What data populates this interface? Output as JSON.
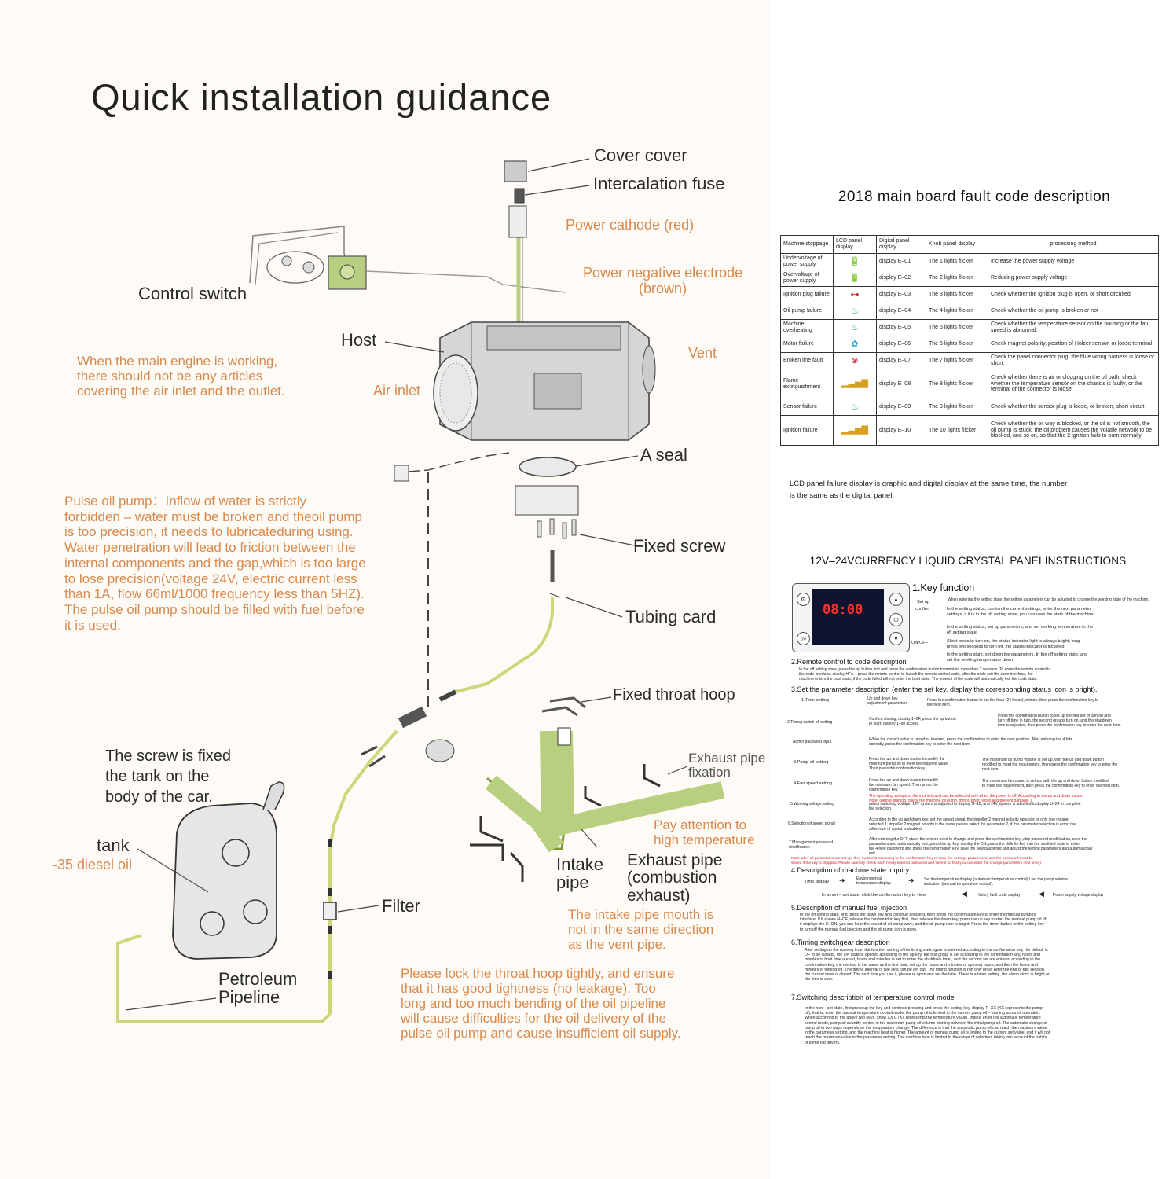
{
  "title": "Quick installation guidance",
  "labels": {
    "cover": "Cover cover",
    "fuse": "Intercalation fuse",
    "power_red": "Power cathode (red)",
    "power_brown": "Power negative electrode\n(brown)",
    "control_switch": "Control switch",
    "host": "Host",
    "vent": "Vent",
    "air_inlet": "Air inlet",
    "seal": "A seal",
    "fixed_screw": "Fixed screw",
    "tubing_card": "Tubing card",
    "throat_hoop": "Fixed throat hoop",
    "exhaust_fix": "Exhaust pipe\nfixation",
    "screw_tank": "The screw is fixed\nthe tank on the\nbody of the car.",
    "tank": "tank",
    "diesel": "-35 diesel oil",
    "filter": "Filter",
    "intake_pipe": "Intake\npipe",
    "exhaust_pipe": "Exhaust pipe\n(combustion\nexhaust)",
    "petroleum": "Petroleum\nPipeline"
  },
  "notes": {
    "engine": "When the main engine is working,\nthere should not be any articles\ncovering the air inlet and the outlet.",
    "pump": "Pulse oil pump：Inflow of water is strictly\nforbidden – water must be broken and theoil pump\nis too precision, it needs to lubricateduring using.\nWater penetration will lead to friction between the\ninternal components and the gap,which is too large\nto lose precision(voltage 24V, electric current less\nthan 1A, flow 66ml/1000 frequency less than 5HZ).\nThe pulse oil pump should be filled with fuel before\nit is used.",
    "pay_attention": "Pay attention to\nhigh temperature",
    "intake_mouth": "The intake pipe mouth is\nnot in the same direction\nas the vent pipe.",
    "throat": "Please lock the throat hoop tightly, and ensure\nthat it has good tightness (no leakage). Too\nlong and too much bending of the oil pipeline\nwill cause difficulties for the oil delivery of the\npulse oil pump and cause insufficient oil supply."
  },
  "fault": {
    "title": "2018 main board fault code description",
    "headers": [
      "Machine stoppage",
      "LCD panel display",
      "Digital panel display",
      "Knob panel display",
      "processing method"
    ],
    "rows": [
      {
        "stop": "Undervoltage of power supply",
        "icon": "🔋",
        "icon_color": "#2fa84a",
        "code": "display E–01",
        "knob": "The 1 lights flicker",
        "method": "Increase the power supply voltage"
      },
      {
        "stop": "Overvoltage of power supply",
        "icon": "🔋",
        "icon_color": "#2fa84a",
        "code": "display E–02",
        "knob": "The 2 lights flicker",
        "method": "Reducing power supply voltage"
      },
      {
        "stop": "Ignition plug failure",
        "icon": "⊶",
        "icon_color": "#d02020",
        "code": "display E–03",
        "knob": "The 3 lights flicker",
        "method": "Check whether the ignition plug is open, or short circuited"
      },
      {
        "stop": "Oil pump failure",
        "icon": "♨",
        "icon_color": "#2fa84a",
        "code": "display E–04",
        "knob": "The 4 lights flicker",
        "method": "Check whether the oil pump is broken or not"
      },
      {
        "stop": "Machine overheating",
        "icon": "♨",
        "icon_color": "#2fa84a",
        "code": "display E–05",
        "knob": "The 5 lights flicker",
        "method": "Check whether the temperature sensor on the housing or the fan speed is abnormal."
      },
      {
        "stop": "Motor failure",
        "icon": "✿",
        "icon_color": "#27a6d8",
        "code": "display E–06",
        "knob": "The 6 lights flicker",
        "method": "Check magnet polarity, position of Holzer sensor, or loose terminal."
      },
      {
        "stop": "Broken line fault",
        "icon": "⊗",
        "icon_color": "#d02020",
        "code": "display E–07",
        "knob": "The 7 lights flicker",
        "method": "Check the panel connector plug, the blue wiring harness is loose or short."
      },
      {
        "stop": "Flame extinguishment",
        "icon": "▂▃▅▇",
        "icon_color": "#d8a020",
        "code": "display E–08",
        "knob": "The 8 lights flicker",
        "method": "Check whether there is air or clogging on the oil path, check whether the temperature sensor on the chassis is faulty, or the terminal of the connector is loose."
      },
      {
        "stop": "Sensor failure",
        "icon": "♨",
        "icon_color": "#2fa84a",
        "code": "display E–09",
        "knob": "The 9 lights flicker",
        "method": "Check whether the sensor plug is loose, or broken, short circuit"
      },
      {
        "stop": "Ignition failure",
        "icon": "▂▃▅▇",
        "icon_color": "#d8a020",
        "code": "display E–10",
        "knob": "The 10 lights flicker",
        "method": "Check whether the oil way is blocked, or the oil is not smooth, the oil pump is stuck, the oil problem causes the volatile network to be blocked, and so on, so that the 2 ignition fails to burn normally."
      }
    ],
    "note": "LCD panel failure display is graphic and digital display at the same time, the number\nis the same as the digital panel."
  },
  "lcd": {
    "title": "12V–24VCURRENCY LIQUID CRYSTAL PANELINSTRUCTIONS",
    "digits": "08:00",
    "s1": "1.Key function",
    "setup": "Set up",
    "confirm": "confirm",
    "onoff": "ON/OFF",
    "k1": "When entering the setting state, the setting parameters can be adjusted to change the working state of the machine.",
    "k2": "In the setting status, confirm the current settings, enter the next parameter\nsettings, if it is in the off setting state, you can view the state of the machine.",
    "k3": "In the setting status, set up parameters, and set working temperature in the\noff setting state",
    "k4": "Short press to turn on, the status indicator light is always bright, long\npress two seconds to turn off, the status indicator is flickered.",
    "k5": "In the setting  state, set down the parameters. In the off setting state, and\nset the  working temperature down.",
    "s2": "2.Remote control to code description",
    "t2": "In the off setting state, press the up button first and press the confirmation button to maintain more than 3 seconds. To enter the remote control to\nthe code interface, display HFA–, press the remote control to launch the remote control code, after the code exit the code interface, the\nmachine enters the boot state, if the code failed will not enter the boot state. The timeout of the code will automatically exit the code state.",
    "s3": "3.Set the parameter description (enter the set key, display the corresponding status icon is bright).",
    "p1": "1.Time setting",
    "p1a": "Up and down key\nadjustment parameters",
    "p1b": "Press the confirmation button to set the hour (24 hours), minute, then press the confirmation key to\nthe next item.",
    "p2": "2.Timing switch off setting",
    "p2a": "Confirm closing, display 1–0F, press the up button\nto start, display 1–on access",
    "p2b": "Press the confirmation button to set up the first set of turn on and\nturn off time in turn, the second groups turn on, and the shutdown\ntime is adjusted, then press the confirmation key to enter the next item.",
    "p3": "Admin password input",
    "p3a": "When the correct value is raised or lowered, press the confirmation to enter the next position. After entering the 4 bits\ncorrectly, press the confirmation key to enter the next item.",
    "p4": "3.Pump oil setting",
    "p4a": "Press the up and down button to modify the\nminimum pump oil to meet the required value.\nThen press the confirmation key.",
    "p4b": "The maximum oil pump volume is set up, with the up and down button\nmodified to meet the requirement, then press the confirmation key to enter the\nnext item.",
    "p5": "4.Fan speed setting",
    "p5a": "Press the up and down button to modify\nthe minimum fan speed. Then press the\nconfirmation key.",
    "p5b": "The maximum fan speed is set up, with the up and down button modified\nto meet the requirement, then press the confirmation key to enter the next item.",
    "p5r": "The operating voltage of the motherboard can be selected only when the power is off. According to the up and down button,\nNote: (before starting, check the machine oil pump, motor, point piston and prevent damage. )",
    "p6": "5.Working voltage setting",
    "p6a": "select switching voltage. 12V system is adjusted to display U–12, and 24V system is adjusted to display U–24 to complete\nthe selection.",
    "p7": "6.Selection of speed signal",
    "p7a": "According to the up and down key, set the speed signal, the impeller 2 magnet polarity opposite or only one magnet\nselected 1, impeller 2 magnet polarity is the same please select the parameter 2, if this parameter selection is error, the\ndifference of speed is doubled.",
    "p8": "7.Management password\nmodification",
    "p8a": "After entering the OFF state, there is no need to change and press the confirmation key ,skip password modification, save the\nparameters and automatically exit, press the up key, display the ON, press the definite key into the modified state to enter\nthe 4 new password and press the confirmation key, save the new password and adjust the setting parameters and automatically\nexit.",
    "p8r": "Note: after all parameters are set up, they must exit according to the confirmation key to save the settings parameters, and the password must be\nstored if the key is dropped. Please carefully check each newly entered password and save it so that you can enter the change parameters next time.)",
    "s4": "4.Description of machine state inquiry",
    "q1": "Time display",
    "q2": "Environmental\ntemperature display",
    "q3": "Set the temperature display (automatic temperature control) / set the pump volume\nindication (manual temperature control).",
    "q4": "In a non – set state, click the confirmation key to view",
    "q5": "History fault code display",
    "q6": "Power supply voltage display",
    "s5": "5.Description of manual fuel injection",
    "t5": "In the off setting state, first press the down key and continue pressing, then press the confirmation key to enter the manual pump oil\ninterface. If it shows H–OF, release the confirmation key first, then release the down key, press the up key to start the manual pump oil. If\nit displays the H–ON, you can hear the sound of oil pump work, and the oil pump icon is bright. Press the down button or the setting key\nto turn off the manual fuel injection and the oil pump icon is gone.",
    "s6": "6.Timing switchgear description",
    "t6": "After setting up the running time, the function setting of the timing switchgear is entered according to the confirmation key, the default is\nOF to be closed , the ON state is opened according to the up key, the first group is set according to the confirmation key, hours and\nminutes of boot time are set, hours and minutes  is set to enter the shutdown time , and the second set are entered according to the\nconfirmation  key, the method is the same as the first time, set up the hours and minutes of opening hours, and then the hours and\nminutes of turning off.  The timing interval of two sets  can be left out. The timing function is run only once. After the end of this session,\nthe current timer is closed. The next time you use it, please re open and set the time. There is a timer setting, the alarm clock is bright,or\nthe time is over.",
    "s7": "7.Switching description of temperature control mode",
    "t7": "In the non – set state, first press up the key and continue pressing and press the setting key, display P–XX (XX represents the pump\noil), that is, enter the manual temperature control mode, the pump oil is limited to the current pump oil – starting pump oil operation.\nWhen according to the above  two keys, show XX C (XX represents the temperature value), that is, enter the automatic temperature\ncontrol mode, pump oil quantity control in the maximum pump oil volume starting between the initial pump oil. The automatic change of\npump oil in two ways depends on the temperature change. The difference is that the automatic pump oil can reach the maximum value\nin the parameter setting, and the machine heat is higher. The amount of manual pump oil is limited to the current set value, and it will not\nreach the maximum value in the parameter setting. The machine heat is limited to the range of selection, taking into account the habits\nof some old drivers."
  }
}
